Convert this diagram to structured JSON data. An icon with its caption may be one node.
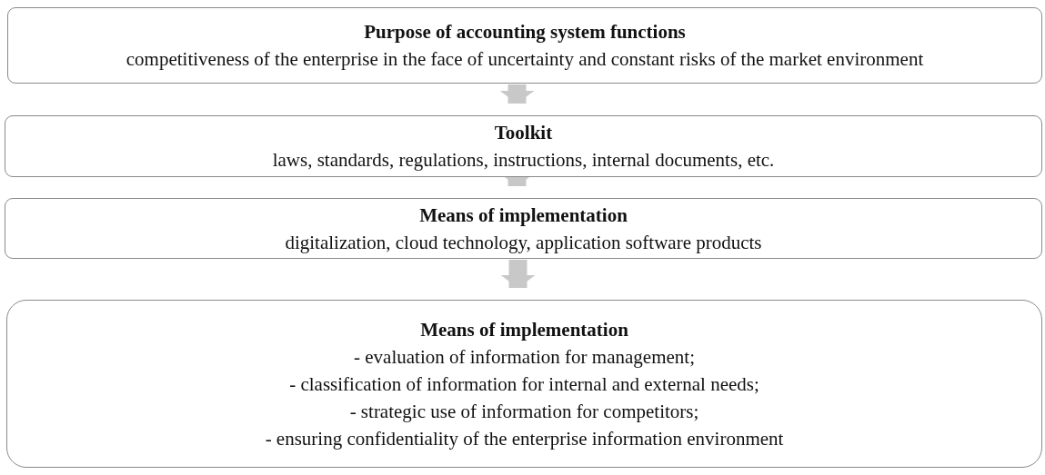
{
  "diagram": {
    "nodes": [
      {
        "text": [
          "Purpose of accounting system functions",
          "competitiveness of the enterprise in the face of uncertainty and constant risks of the market environment"
        ]
      },
      {
        "text": [
          "Toolkit",
          "laws, standards, regulations, instructions, internal documents, etc."
        ]
      },
      {
        "text": [
          "Means of implementation",
          "digitalization, cloud technology, application software products"
        ]
      },
      {
        "text": [
          "Means of implementation",
          "- evaluation of information for management;",
          "- classification of information for internal and external needs;",
          "- strategic use of information for competitors;",
          "- ensuring confidentiality of the enterprise information environment"
        ]
      }
    ],
    "edges": [
      {
        "from": 0,
        "to": 1,
        "arrow": "to"
      },
      {
        "from": 1,
        "to": 2,
        "arrow": "to"
      },
      {
        "from": 2,
        "to": 3,
        "arrow": "to"
      }
    ]
  }
}
